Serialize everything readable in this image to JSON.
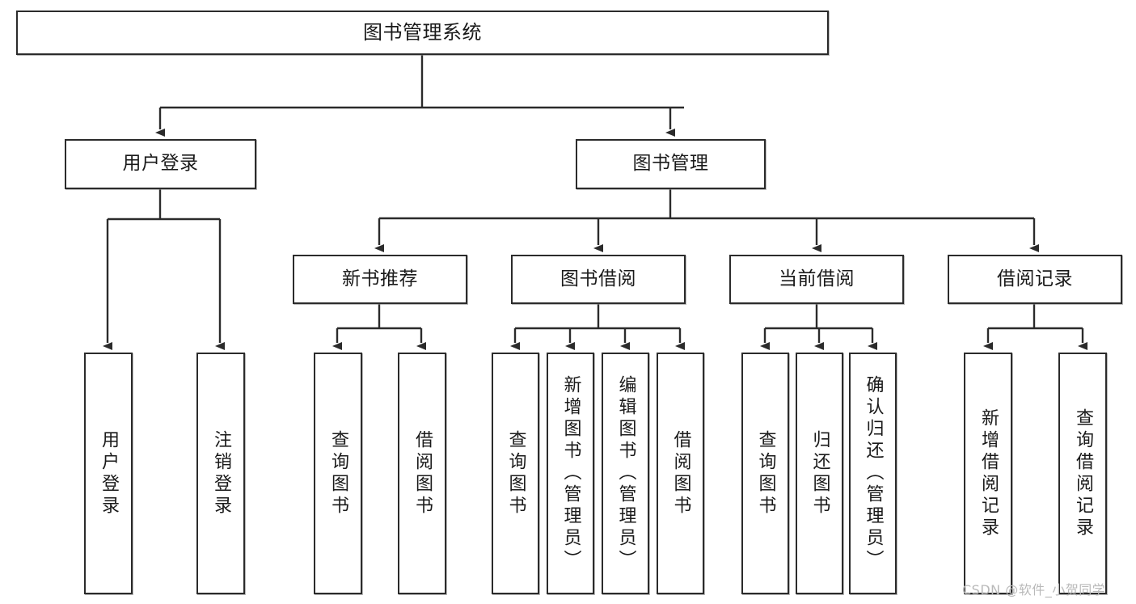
{
  "diagram": {
    "title": "图书管理系统",
    "type": "tree-hierarchy-chart",
    "colors": {
      "node_border": "#2b2b2b",
      "node_fill": "#ffffff",
      "edge": "#2b2b2b",
      "background": "#ffffff",
      "watermark": "#b9b9b9"
    }
  },
  "root": {
    "label": "图书管理系统"
  },
  "level2": [
    {
      "label": "用户登录"
    },
    {
      "label": "图书管理"
    }
  ],
  "level3": [
    {
      "label": "新书推荐"
    },
    {
      "label": "图书借阅"
    },
    {
      "label": "当前借阅"
    },
    {
      "label": "借阅记录"
    }
  ],
  "leaves": {
    "user_login": [
      {
        "label": "用户登录"
      },
      {
        "label": "注销登录"
      }
    ],
    "new_book_recommend": [
      {
        "label": "查询图书"
      },
      {
        "label": "借阅图书"
      }
    ],
    "book_borrow": [
      {
        "label": "查询图书"
      },
      {
        "label": "新增图书（管理员）"
      },
      {
        "label": "编辑图书（管理员）"
      },
      {
        "label": "借阅图书"
      }
    ],
    "current_borrow": [
      {
        "label": "查询图书"
      },
      {
        "label": "归还图书"
      },
      {
        "label": "确认归还（管理员）"
      }
    ],
    "borrow_record": [
      {
        "label": "新增借阅记录"
      },
      {
        "label": "查询借阅记录"
      }
    ]
  },
  "watermark": {
    "text": "CSDN @软件_小贺同学"
  }
}
